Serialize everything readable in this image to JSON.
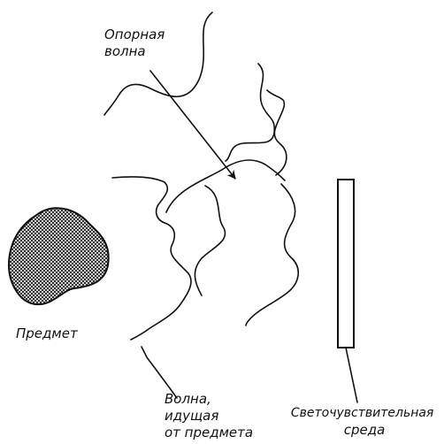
{
  "diagram": {
    "labels": {
      "reference_wave": [
        "Опорная",
        "волна"
      ],
      "object": "Предмет",
      "object_wave": [
        "Волна,",
        "идущая",
        "от предмета"
      ],
      "photosensitive_medium": [
        "Светочувствительная",
        "среда"
      ]
    },
    "colors": {
      "ink": "#111111",
      "background": "#ffffff"
    }
  }
}
